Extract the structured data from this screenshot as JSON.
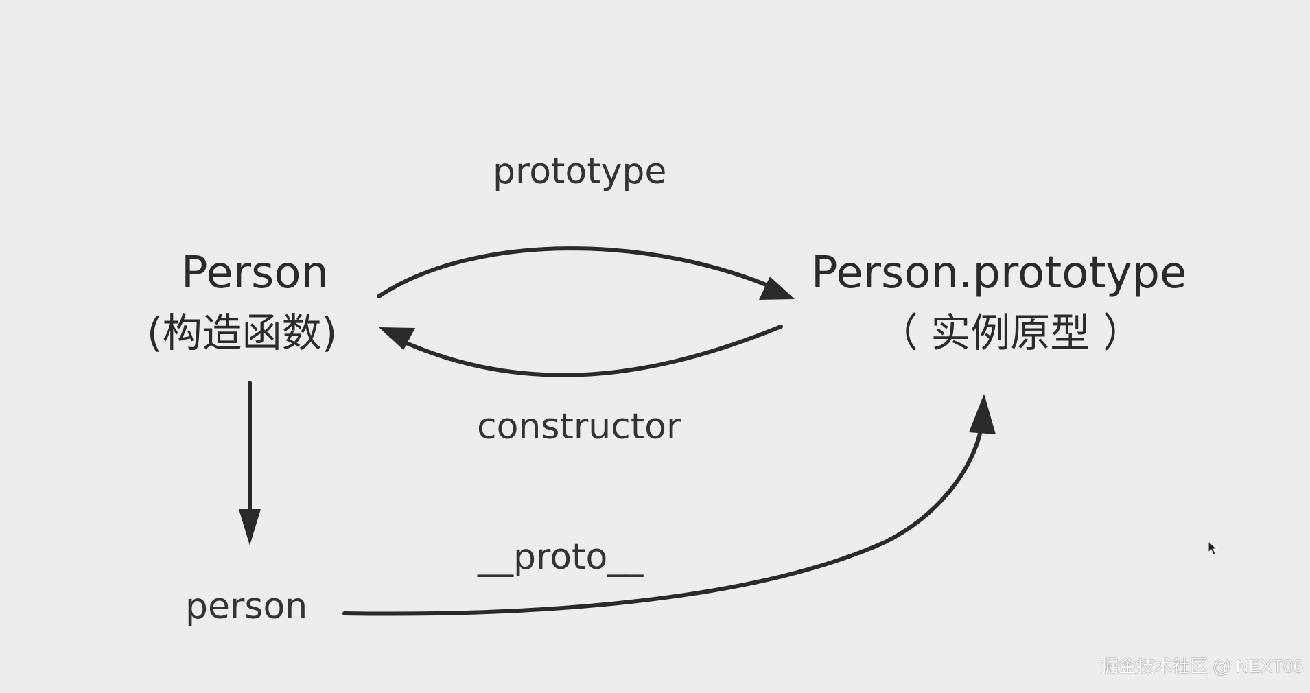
{
  "diagram": {
    "nodes": {
      "constructor_node": {
        "name": "Person",
        "label": "(构造函数)"
      },
      "prototype_node": {
        "name": "Person.prototype",
        "label": "（ 实例原型 ）"
      },
      "instance_node": {
        "name": "person"
      }
    },
    "edges": {
      "prototype_edge": {
        "label": "prototype"
      },
      "constructor_edge": {
        "label": "constructor"
      },
      "proto_edge": {
        "label": "__proto__"
      }
    }
  },
  "watermark": {
    "text": "掘金技术社区 @ NEXT06"
  },
  "colors": {
    "background": "#ededed",
    "ink": "#2a2a2a"
  }
}
